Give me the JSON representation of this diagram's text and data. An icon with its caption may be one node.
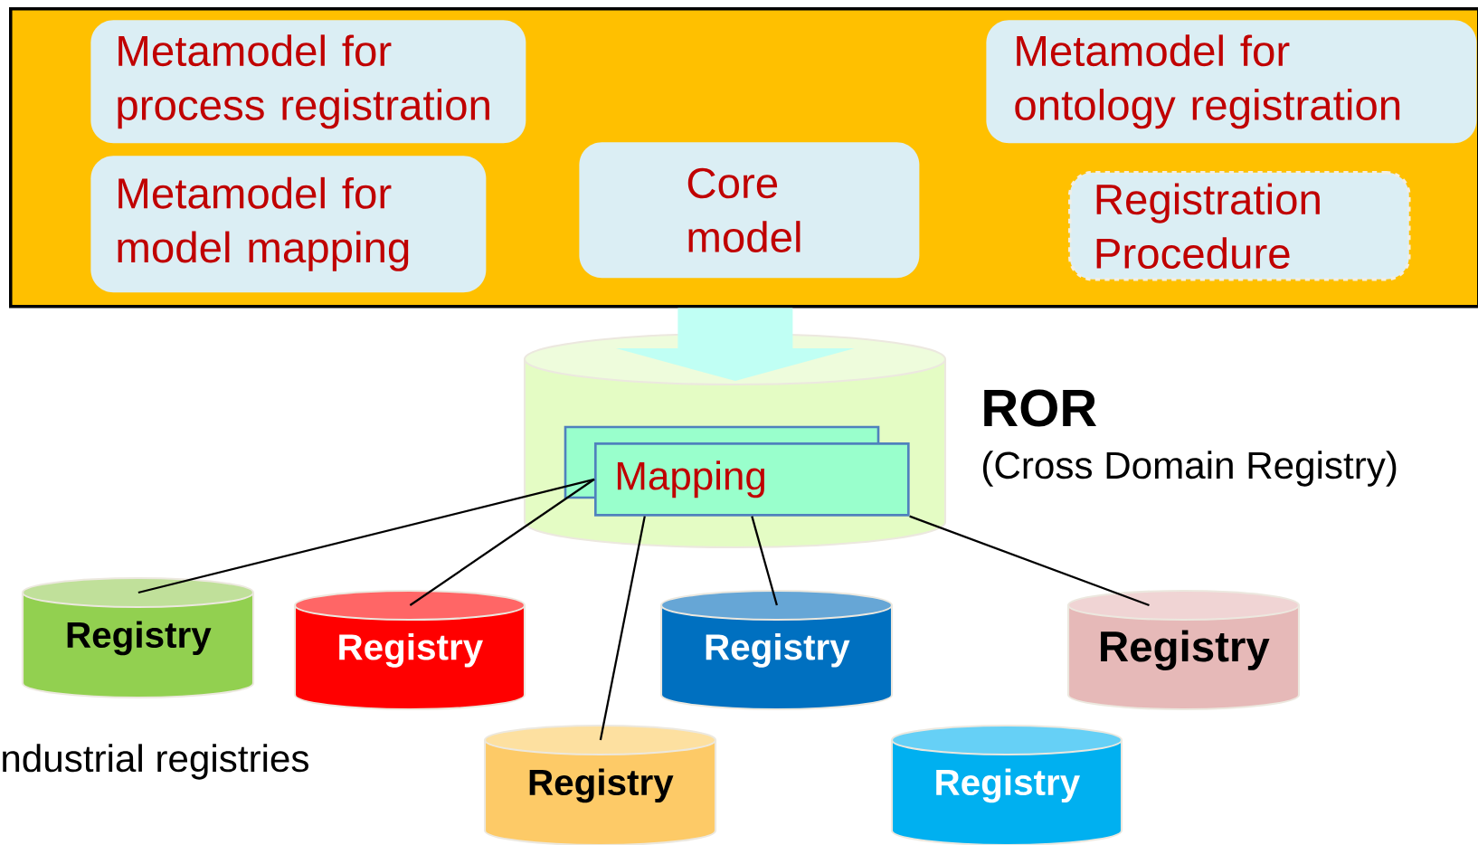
{
  "diagram": {
    "nodes": [
      {
        "text": [],
        "shape": "box"
      },
      {
        "text": [
          "Metamodel for process registration"
        ],
        "in": 0
      },
      {
        "text": [
          "Metamodel for model mapping"
        ],
        "in": 0
      },
      {
        "text": [
          "Core model"
        ],
        "in": 0
      },
      {
        "text": [
          "Metamodel for ontology registration"
        ],
        "in": 0
      },
      {
        "text": [
          "Registration Procedure"
        ],
        "in": 0
      },
      {
        "text": [],
        "shape": "cylinder",
        "beside": [
          "ROR",
          "(Cross Domain Registry)"
        ]
      },
      {
        "text": [
          "Mapping"
        ],
        "in": 6
      },
      {
        "text": [
          "Registry"
        ]
      },
      {
        "text": [
          "Registry"
        ]
      },
      {
        "text": [
          "Registry"
        ]
      },
      {
        "text": [
          "Registry"
        ]
      },
      {
        "text": [
          "Registry"
        ]
      },
      {
        "text": [
          "Registry"
        ]
      }
    ],
    "edges": [
      {
        "from": 0,
        "to": 6,
        "arrow": "to",
        "style": "thick",
        "color": "#c0fff4"
      },
      {
        "from": 7,
        "to": 8,
        "arrow": "none"
      },
      {
        "from": 7,
        "to": 9,
        "arrow": "none"
      },
      {
        "from": 7,
        "to": 12,
        "arrow": "none"
      },
      {
        "from": 7,
        "to": 10,
        "arrow": "none"
      },
      {
        "from": 7,
        "to": 11,
        "arrow": "none"
      }
    ],
    "labels": [
      "ndustrial registries"
    ]
  }
}
